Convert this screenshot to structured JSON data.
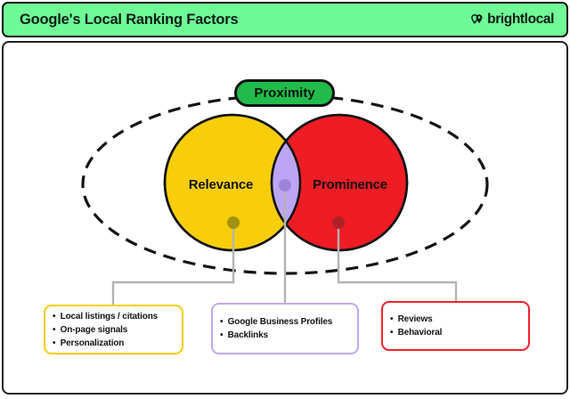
{
  "header": {
    "title": "Google's Local Ranking Factors",
    "brand": "brightlocal"
  },
  "diagram": {
    "proximity_label": "Proximity",
    "left_circle_label": "Relevance",
    "right_circle_label": "Prominence",
    "boxes": {
      "relevance": {
        "items": [
          "Local listings / citations",
          "On-page signals",
          "Personalization"
        ]
      },
      "overlap": {
        "items": [
          "Google Business Profiles",
          "Backlinks"
        ]
      },
      "prominence": {
        "items": [
          "Reviews",
          "Behavioral"
        ]
      }
    }
  },
  "colors": {
    "header_bg": "#6FFA97",
    "pill_green": "#21BB4C",
    "relevance_yellow": "#F8CE0B",
    "prominence_red": "#EF1C24",
    "overlap_purple": "#BCA6F4",
    "relevance_dot": "#A39110",
    "overlap_dot": "#9B84D9",
    "prominence_dot": "#AF2127",
    "connector_gray": "#B3B3B3",
    "outline_black": "#141414",
    "box_border_yellow": "#F8CE0B",
    "box_border_purple": "#C3A8F0",
    "box_border_red": "#F1222B"
  }
}
